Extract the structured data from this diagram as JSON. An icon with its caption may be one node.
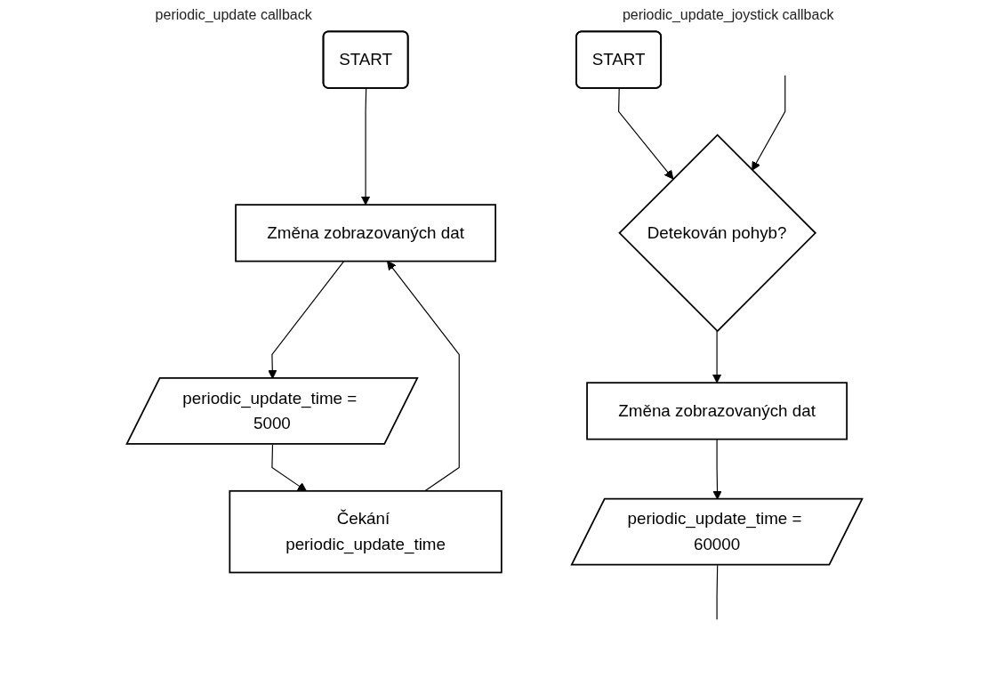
{
  "diagram": {
    "nodes": [
      {
        "text": [
          "START"
        ]
      },
      {
        "text": [
          "Změna zobrazovaných dat"
        ]
      },
      {
        "text": [
          "periodic_update_time = 5000"
        ]
      },
      {
        "text": [
          "Čekání periodic_update_time"
        ]
      },
      {
        "text": [
          "START"
        ]
      },
      {
        "text": [
          "Detekován pohyb?"
        ]
      },
      {
        "text": [
          "Změna zobrazovaných dat"
        ]
      },
      {
        "text": [
          "periodic_update_time = 60000"
        ]
      }
    ],
    "edges": [
      {
        "from": 0,
        "to": 1,
        "arrow": "to"
      },
      {
        "from": 1,
        "to": 2,
        "arrow": "to"
      },
      {
        "from": 2,
        "to": 3,
        "arrow": "to"
      },
      {
        "from": 3,
        "to": 1,
        "arrow": "to"
      },
      {
        "from": 4,
        "to": 5,
        "arrow": "to"
      },
      {
        "from": 5,
        "to": 6,
        "arrow": "to"
      },
      {
        "from": 6,
        "to": 7,
        "arrow": "to"
      },
      {
        "from": null,
        "to": 5,
        "arrow": "to"
      },
      {
        "from": 7,
        "to": null,
        "arrow": "none"
      }
    ],
    "labels": [
      "periodic_update callback",
      "periodic_update_joystick callback"
    ]
  }
}
